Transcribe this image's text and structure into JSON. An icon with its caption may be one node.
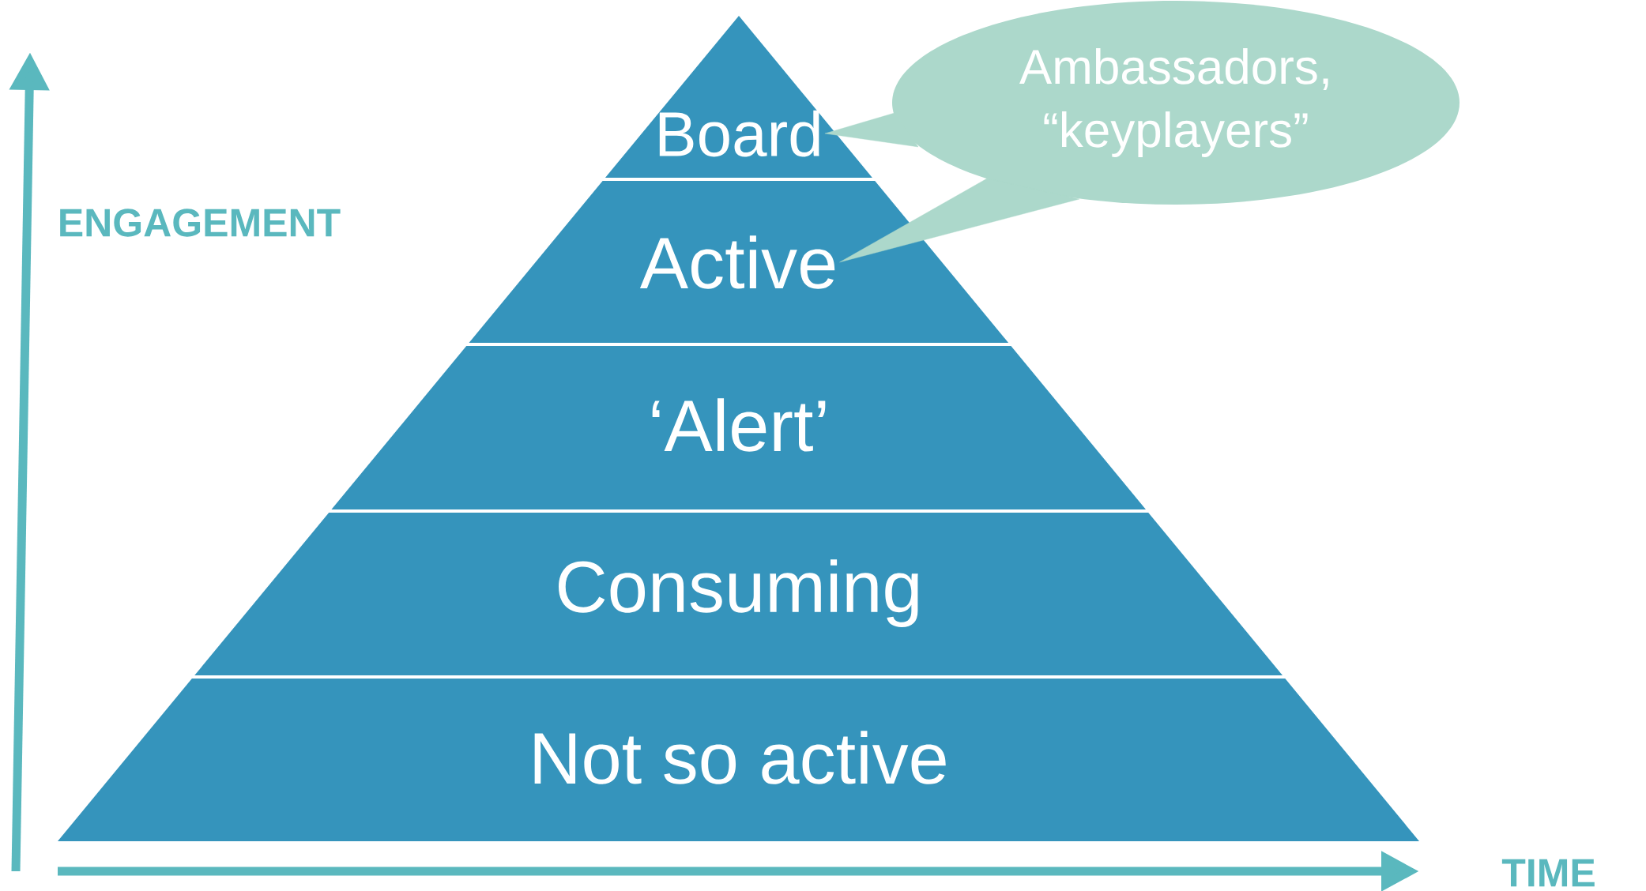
{
  "diagram": {
    "nodes": [
      {
        "text": [
          "Board"
        ]
      },
      {
        "text": [
          "Active"
        ]
      },
      {
        "text": [
          "‘Alert’"
        ]
      },
      {
        "text": [
          "Consuming"
        ]
      },
      {
        "text": [
          "Not so active"
        ]
      },
      {
        "text": [
          "Ambassadors, “keyplayers”"
        ]
      }
    ],
    "edges": [
      {
        "from": 5,
        "to": 0,
        "arrow": "none"
      },
      {
        "from": 5,
        "to": 1,
        "arrow": "none"
      }
    ],
    "labels": [
      "ENGAGEMENT",
      "TIME"
    ]
  }
}
